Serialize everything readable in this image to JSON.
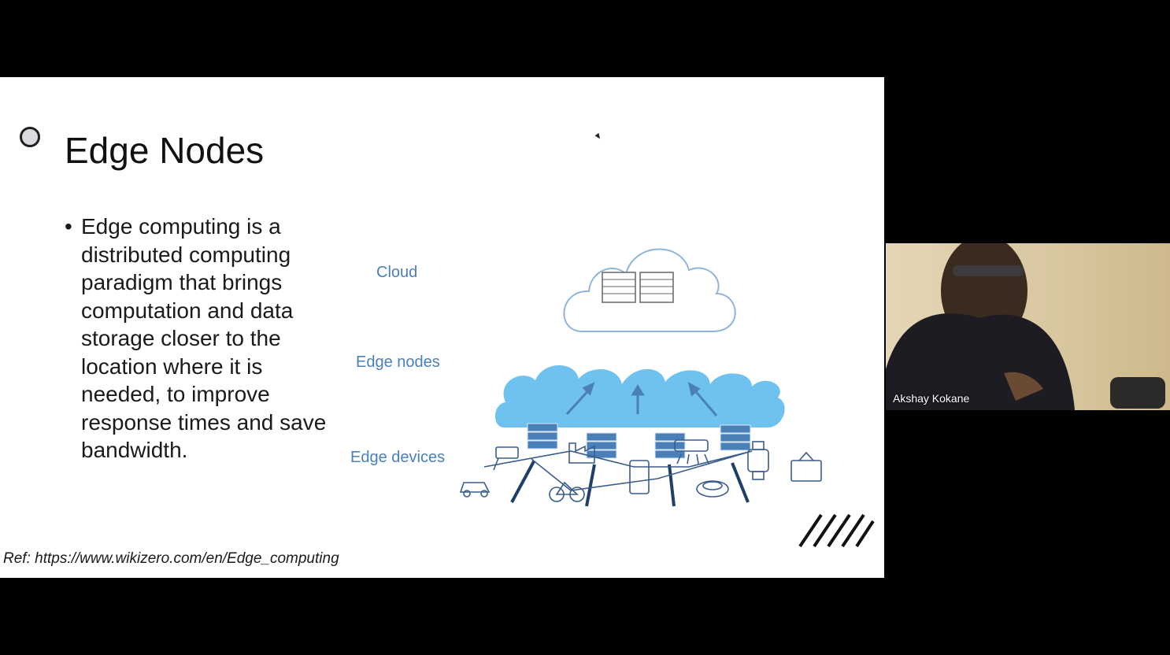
{
  "slide": {
    "title": "Edge Nodes",
    "body": "Edge computing is a distributed computing paradigm that brings computation and data storage closer to the location where it is needed, to improve response times and save bandwidth.",
    "bullet_char": "•",
    "reference": "Ref: https://www.wikizero.com/en/Edge_computing"
  },
  "diagram": {
    "layers": [
      "Cloud",
      "Edge nodes",
      "Edge devices"
    ],
    "colors": {
      "label": "#4a7fb8",
      "cloud_outline": "#8fb5dc",
      "edge_cloud": "#6fc2ef",
      "arrow": "#1d3f68",
      "server": "#4a7fb8"
    },
    "device_icons": [
      "camera-icon",
      "car-icon",
      "factory-icon",
      "bicycle-icon",
      "smartphone-icon",
      "air-conditioner-icon",
      "robot-vacuum-icon",
      "smartwatch-icon",
      "tv-icon"
    ]
  },
  "video": {
    "participant_name": "Akshay Kokane"
  }
}
